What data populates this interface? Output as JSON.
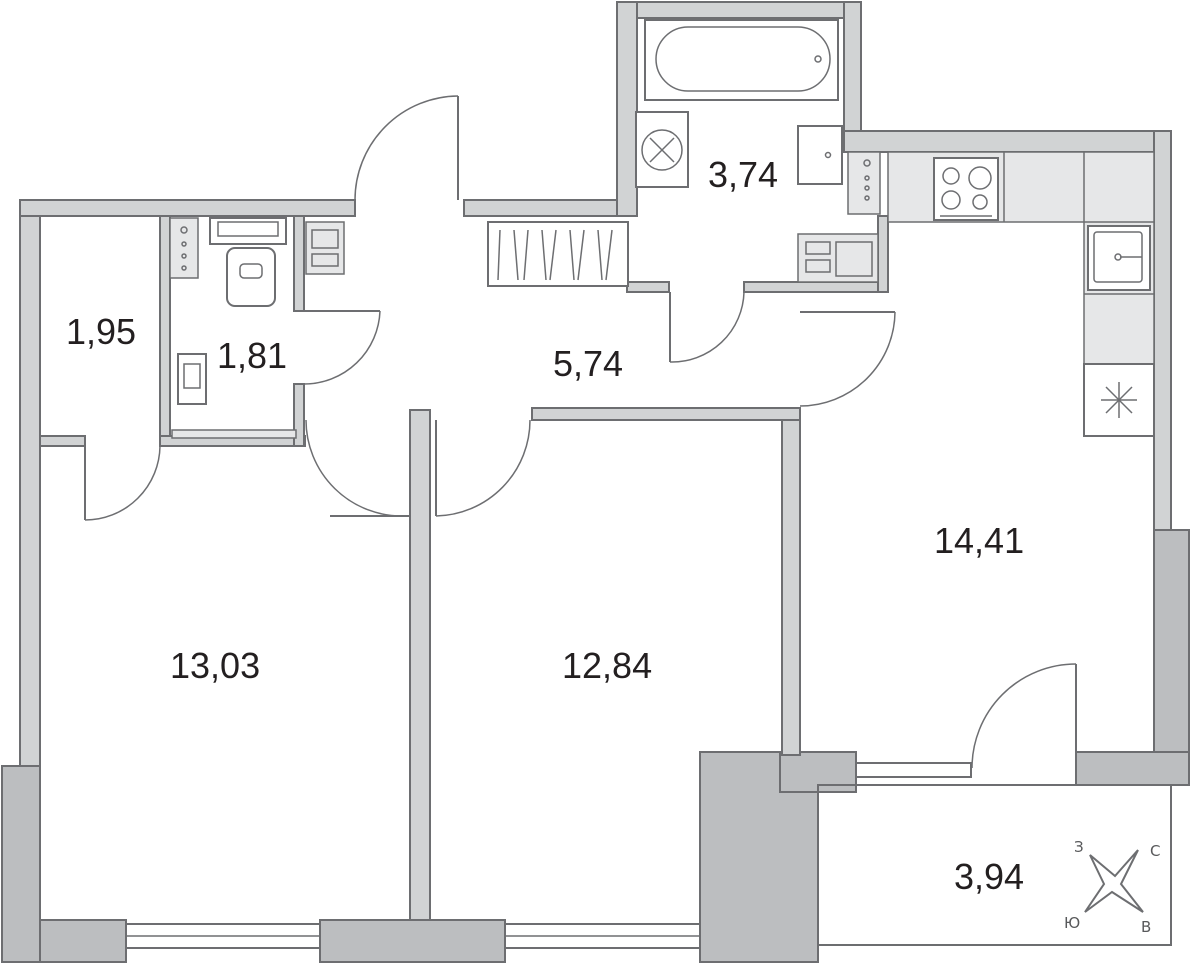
{
  "rooms": [
    {
      "id": "storage",
      "area": "1,95"
    },
    {
      "id": "wc",
      "area": "1,81"
    },
    {
      "id": "hall",
      "area": "5,74"
    },
    {
      "id": "bathroom",
      "area": "3,74"
    },
    {
      "id": "kitchen",
      "area": "14,41"
    },
    {
      "id": "bedroom-left",
      "area": "13,03"
    },
    {
      "id": "bedroom-right",
      "area": "12,84"
    },
    {
      "id": "balcony",
      "area": "3,94"
    }
  ],
  "compass": {
    "north": "С",
    "south": "Ю",
    "west": "З",
    "east": "В"
  }
}
